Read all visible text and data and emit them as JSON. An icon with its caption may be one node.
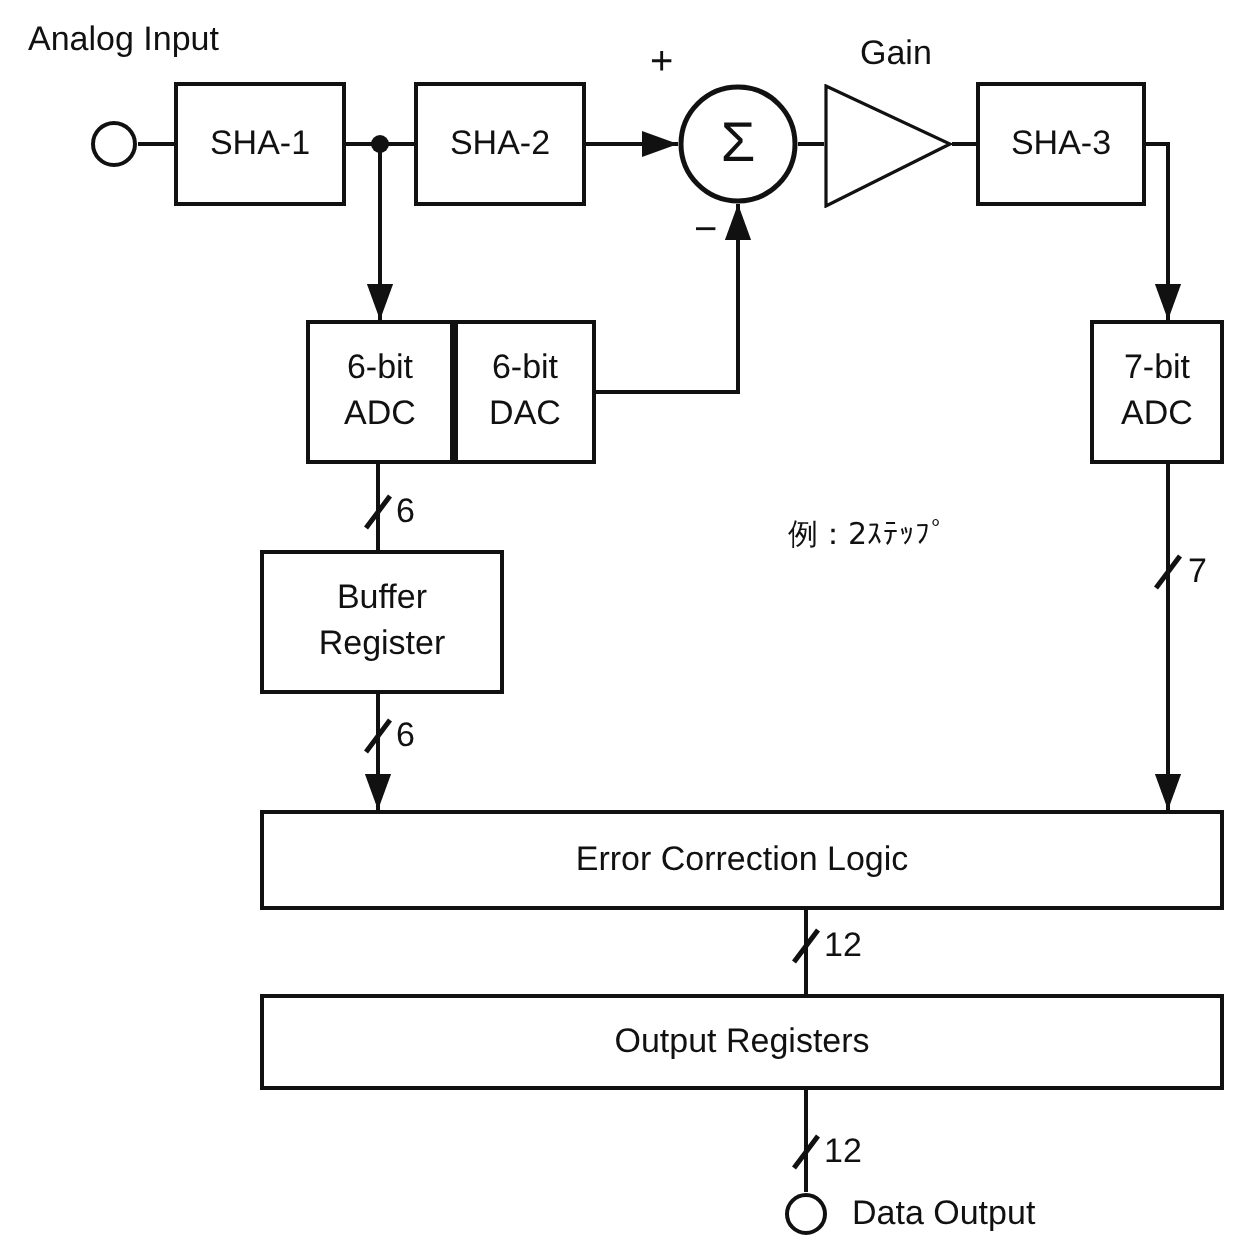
{
  "diagram": {
    "nodes": [
      {
        "text": [],
        "shape": "circle"
      },
      {
        "text": [
          "SHA-1"
        ]
      },
      {
        "text": [
          "SHA-2"
        ]
      },
      {
        "text": [
          "Σ"
        ],
        "beside": [
          "+",
          "−"
        ]
      },
      {
        "text": [
          "Gain"
        ]
      },
      {
        "text": [
          "SHA-3"
        ]
      },
      {
        "text": [
          "6-bit ADC"
        ]
      },
      {
        "text": [
          "6-bit DAC"
        ]
      },
      {
        "text": [
          "7-bit ADC"
        ]
      },
      {
        "text": [
          "Buffer Register"
        ]
      },
      {
        "text": [
          "Error Correction Logic"
        ]
      },
      {
        "text": [
          "Output Registers"
        ]
      },
      {
        "text": [],
        "shape": "circle",
        "beside": [
          "Data Output"
        ]
      }
    ],
    "edges": [
      {
        "from": 0,
        "to": 1,
        "arrow": "none"
      },
      {
        "from": 1,
        "to": 2,
        "arrow": "none"
      },
      {
        "from": 1,
        "to": 6,
        "arrow": "to"
      },
      {
        "from": 2,
        "to": 3,
        "arrow": "to"
      },
      {
        "from": 7,
        "to": 3,
        "arrow": "to"
      },
      {
        "from": 3,
        "to": 4,
        "arrow": "none"
      },
      {
        "from": 4,
        "to": 5,
        "arrow": "none"
      },
      {
        "from": 5,
        "to": 8,
        "arrow": "to"
      },
      {
        "from": 6,
        "to": 9,
        "arrow": "none",
        "label": "6"
      },
      {
        "from": 9,
        "to": 10,
        "arrow": "to",
        "label": "6"
      },
      {
        "from": 8,
        "to": 10,
        "arrow": "to",
        "label": "7"
      },
      {
        "from": 10,
        "to": 11,
        "arrow": "none",
        "label": "12"
      },
      {
        "from": 11,
        "to": 12,
        "arrow": "none",
        "label": "12"
      }
    ],
    "labels": [
      "Analog Input",
      "例：2ｽﾃｯﾌﾟ"
    ]
  }
}
